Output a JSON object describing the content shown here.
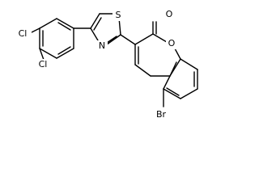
{
  "molecule": {
    "atoms": {
      "cl_top": "Cl",
      "cl_bottom": "Cl",
      "s": "S",
      "n": "N",
      "o_carbonyl": "O",
      "o_ring": "O",
      "br": "Br"
    }
  }
}
